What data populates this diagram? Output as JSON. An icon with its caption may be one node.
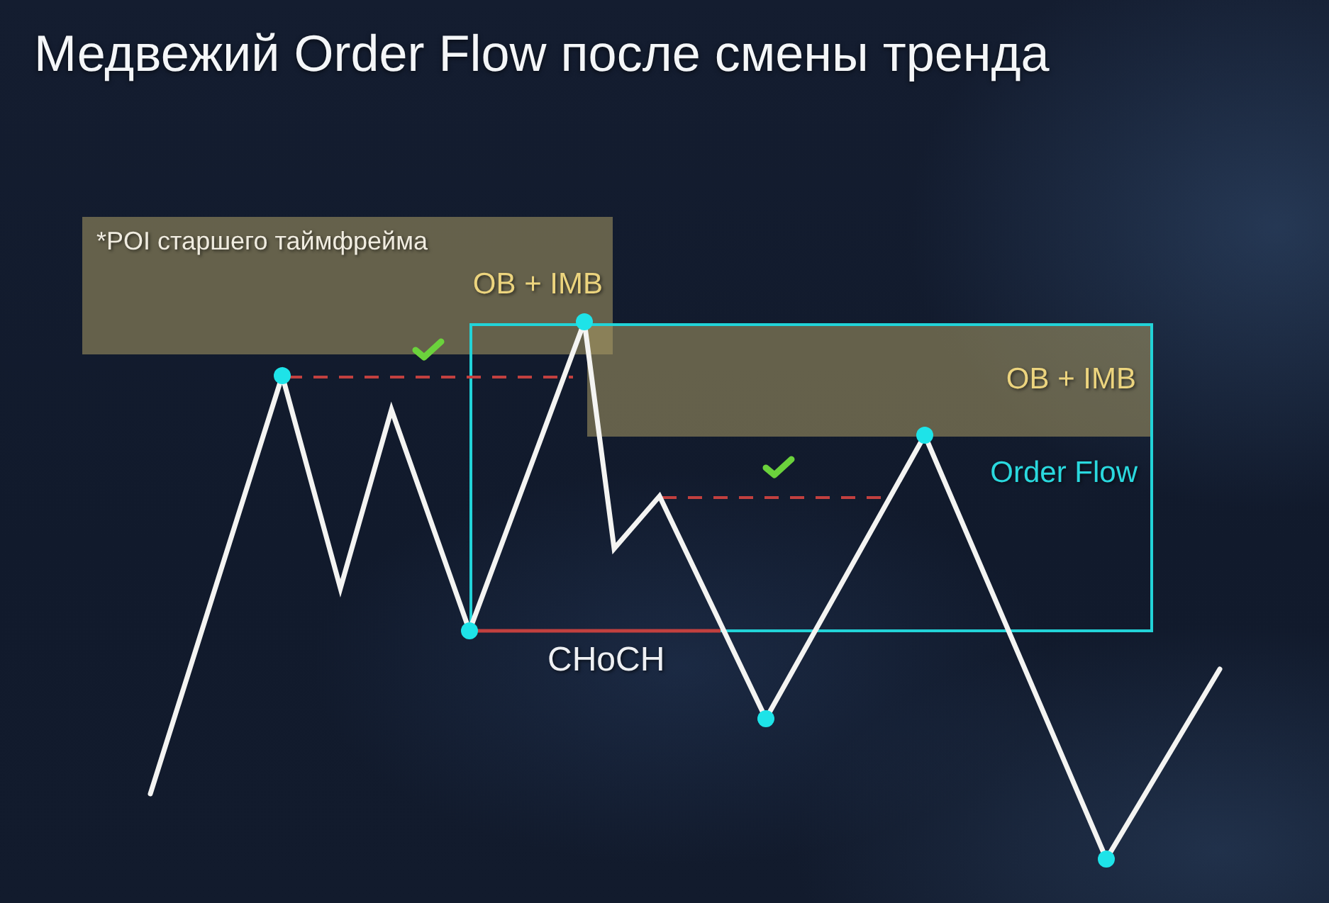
{
  "diagram": {
    "title": "Медвежий Order Flow после смены тренда",
    "nodes": [
      {
        "text": [
          "*POI старшего таймфрейма",
          "OB + IMB"
        ]
      },
      {
        "text": [
          "Order Flow"
        ]
      },
      {
        "text": [
          "OB + IMB"
        ],
        "in": 1
      }
    ],
    "labels": [
      "CHoCH"
    ]
  }
}
